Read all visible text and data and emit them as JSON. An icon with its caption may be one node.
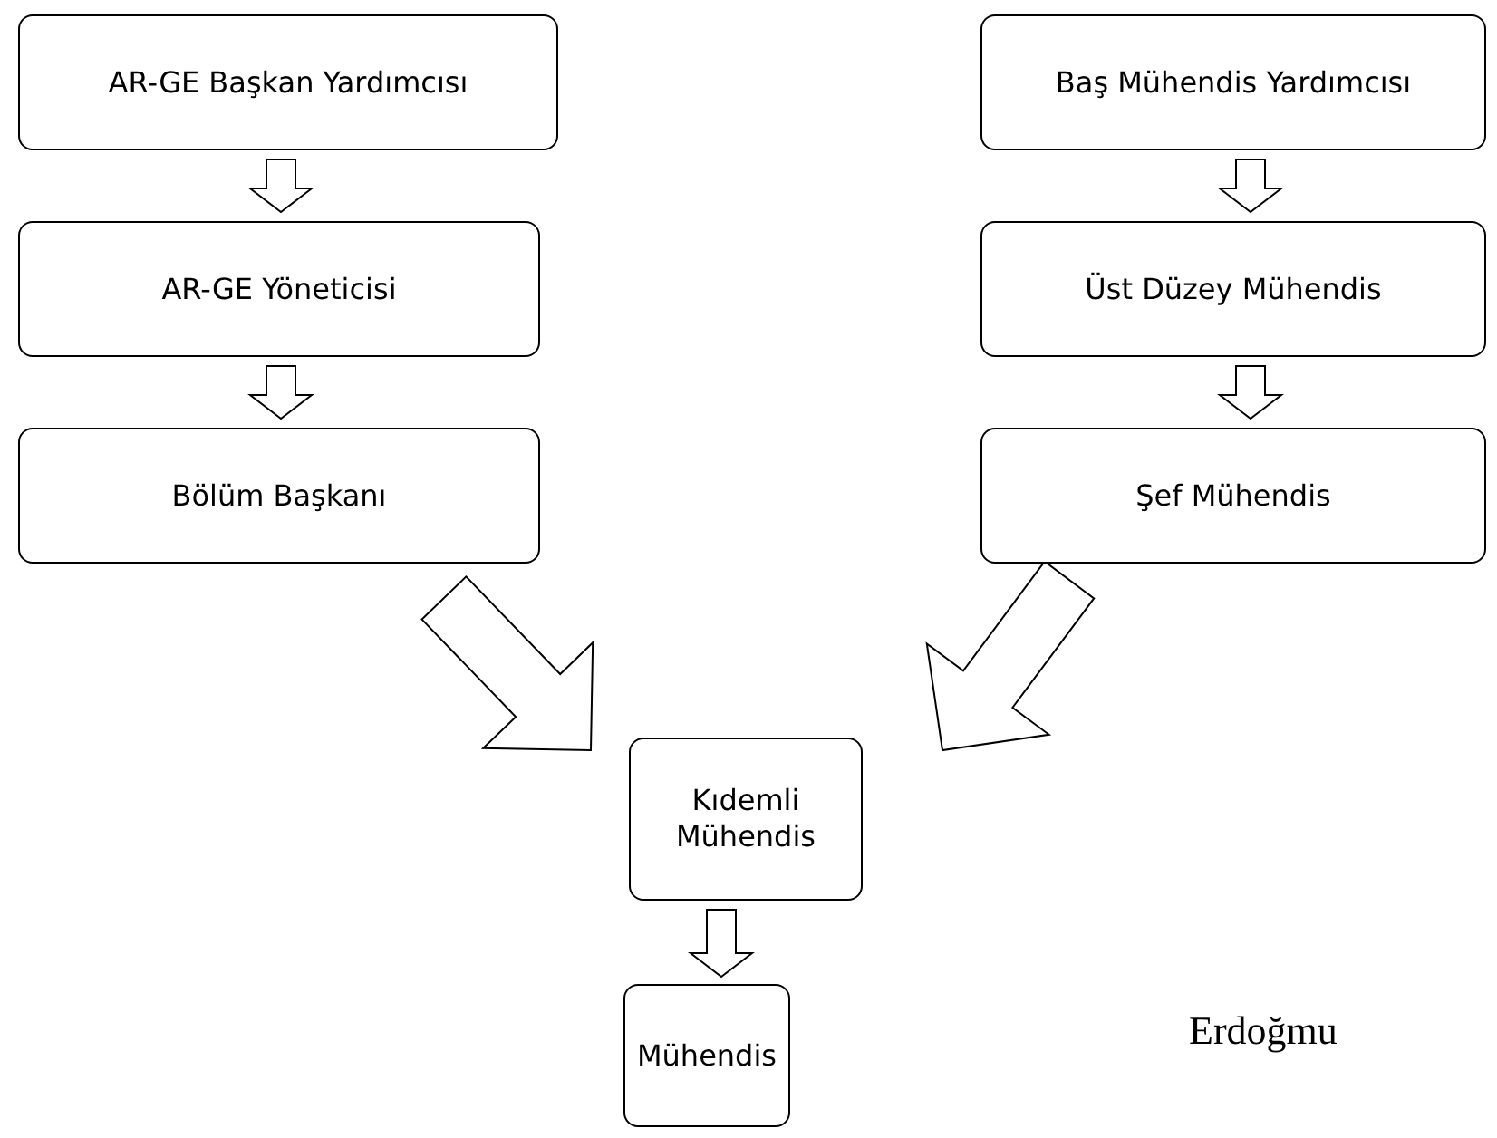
{
  "diagram": {
    "nodes": [
      {
        "text": [
          "AR-GE Başkan Yardımcısı"
        ]
      },
      {
        "text": [
          "AR-GE Yöneticisi"
        ]
      },
      {
        "text": [
          "Bölüm Başkanı"
        ]
      },
      {
        "text": [
          "Baş Mühendis Yardımcısı"
        ]
      },
      {
        "text": [
          "Üst Düzey Mühendis"
        ]
      },
      {
        "text": [
          "Şef Mühendis"
        ]
      },
      {
        "text": [
          "Kıdemli Mühendis"
        ]
      },
      {
        "text": [
          "Mühendis"
        ]
      }
    ],
    "edges": [
      {
        "from": 0,
        "to": 1,
        "arrow": "to"
      },
      {
        "from": 1,
        "to": 2,
        "arrow": "to"
      },
      {
        "from": 3,
        "to": 4,
        "arrow": "to"
      },
      {
        "from": 4,
        "to": 5,
        "arrow": "to"
      },
      {
        "from": 2,
        "to": 6,
        "arrow": "to"
      },
      {
        "from": 5,
        "to": 6,
        "arrow": "to"
      },
      {
        "from": 6,
        "to": 7,
        "arrow": "to"
      }
    ],
    "labels": [
      "Erdoğmu"
    ]
  }
}
